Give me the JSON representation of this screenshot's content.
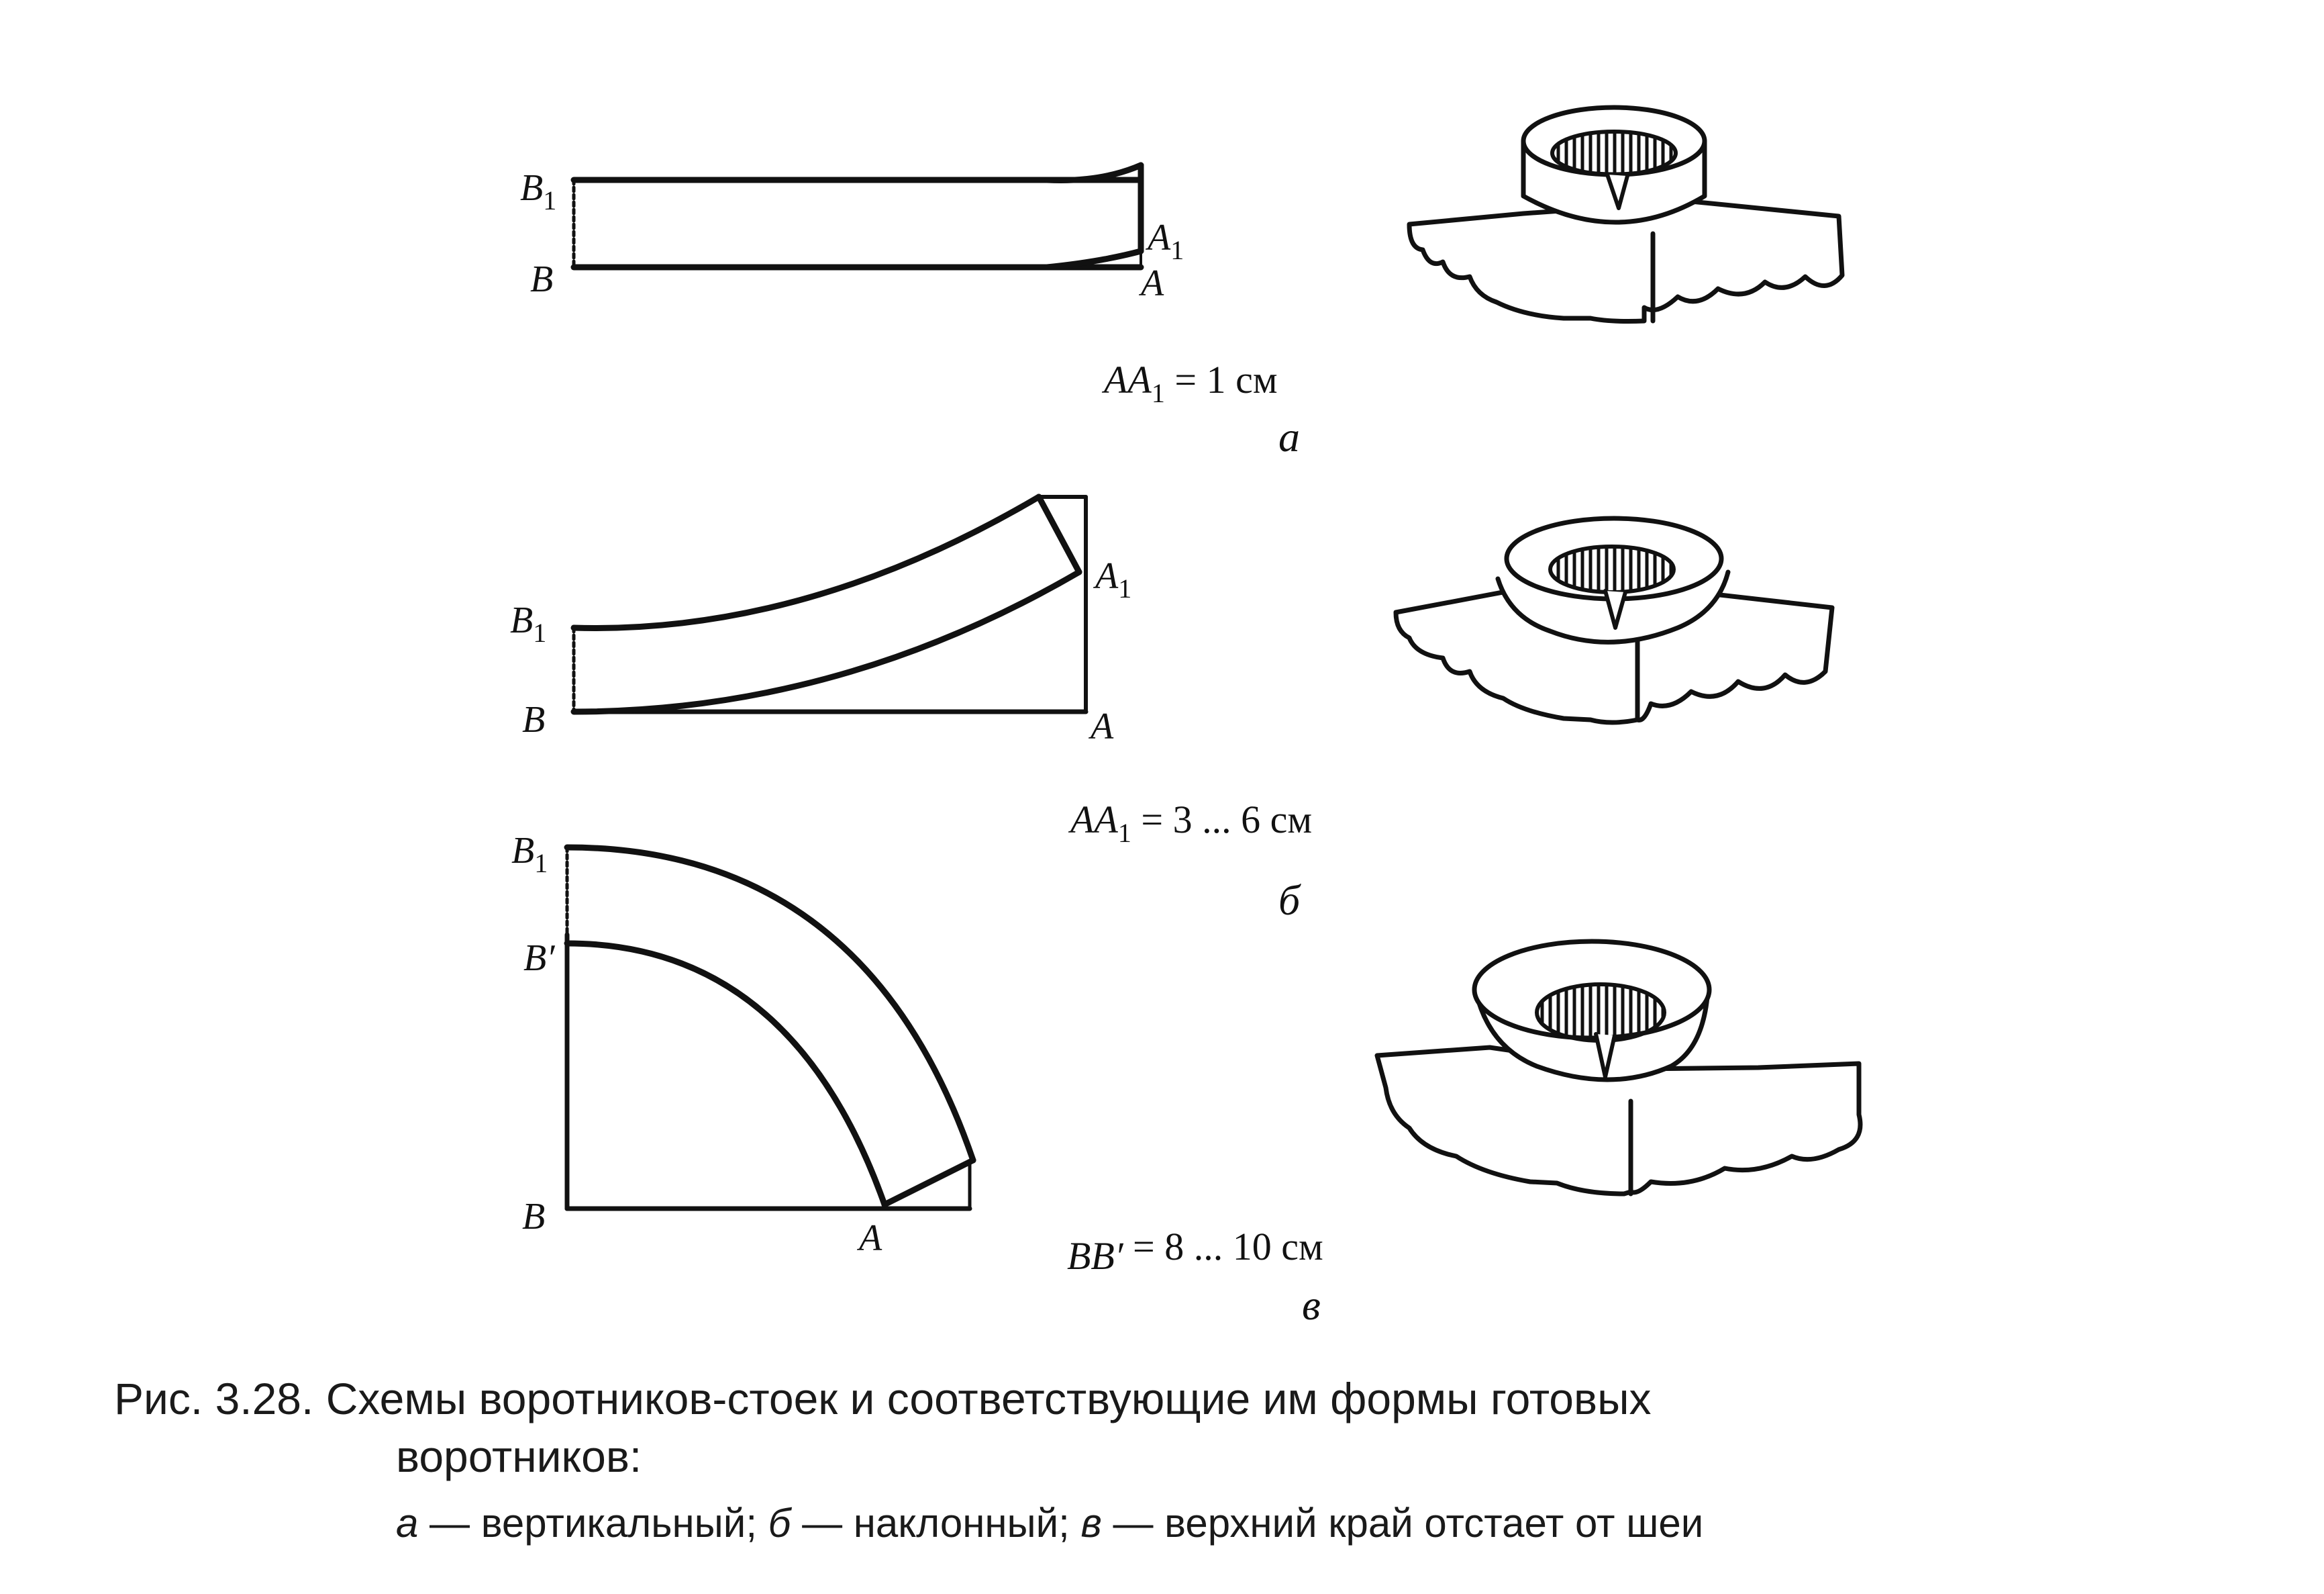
{
  "schemes": [
    {
      "id": "a",
      "points": {
        "B1": "B",
        "B1_sub": "1",
        "B": "B",
        "A1": "A",
        "A1_sub": "1",
        "A": "A"
      },
      "formula": {
        "lhs": "AA",
        "lhs_sub": "1",
        "rest": " = 1 см"
      },
      "letter": "а"
    },
    {
      "id": "b",
      "points": {
        "B1": "B",
        "B1_sub": "1",
        "B": "B",
        "A1": "A",
        "A1_sub": "1",
        "A": "A"
      },
      "formula": {
        "lhs": "AA",
        "lhs_sub": "1",
        "rest": " = 3 ... 6 см"
      },
      "letter": "б"
    },
    {
      "id": "v",
      "points": {
        "B1": "B",
        "B1_sub": "1",
        "Bprime": "B′",
        "B": "B",
        "A": "A"
      },
      "formula": {
        "lhs": "BB′",
        "lhs_sub": "",
        "rest": " = 8 ... 10 см"
      },
      "letter": "в"
    }
  ],
  "caption": {
    "number": "Рис. 3.28.",
    "title_line1": "Схемы воротников-стоек и соответствующие им формы готовых",
    "title_line2": "воротников:",
    "legend": {
      "a_key": "а",
      "a_text": " — вертикальный; ",
      "b_key": "б",
      "b_text": " — наклонный; ",
      "v_key": "в",
      "v_text": " — верхний край отстает от шеи"
    }
  }
}
